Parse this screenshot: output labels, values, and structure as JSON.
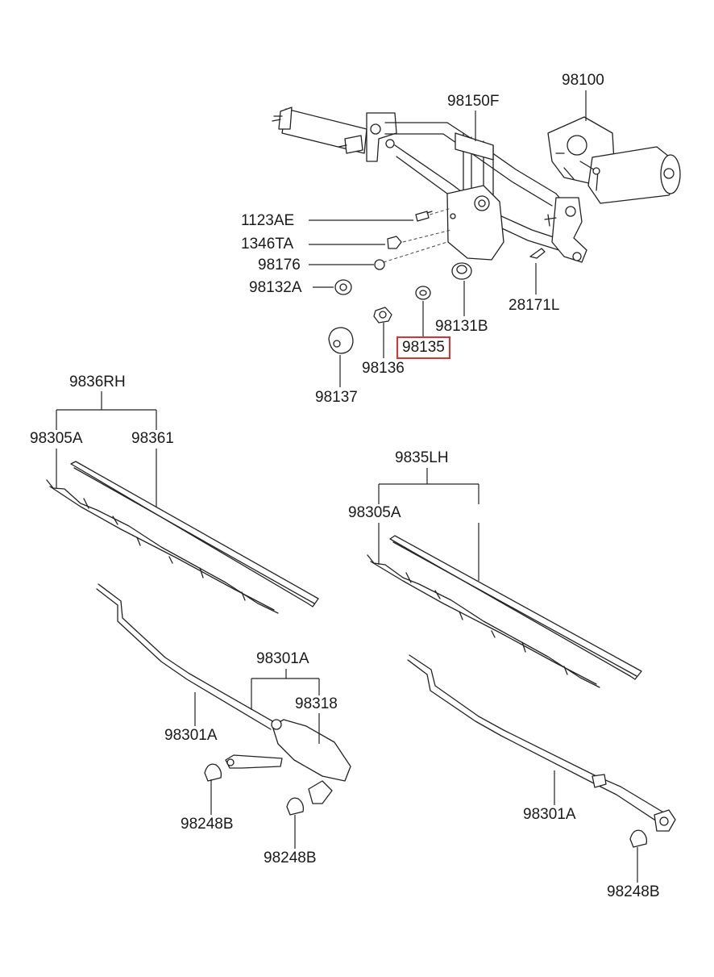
{
  "parts": [
    {
      "id": "p98100",
      "label": "98100"
    },
    {
      "id": "p98150F",
      "label": "98150F"
    },
    {
      "id": "p1123AE",
      "label": "1123AE"
    },
    {
      "id": "p1346TA",
      "label": "1346TA"
    },
    {
      "id": "p98176",
      "label": "98176"
    },
    {
      "id": "p98132A",
      "label": "98132A"
    },
    {
      "id": "p98131B",
      "label": "98131B"
    },
    {
      "id": "p28171L",
      "label": "28171L"
    },
    {
      "id": "p98135",
      "label": "98135",
      "highlighted": true
    },
    {
      "id": "p98136",
      "label": "98136"
    },
    {
      "id": "p98137",
      "label": "98137"
    },
    {
      "id": "p9836RH",
      "label": "9836RH"
    },
    {
      "id": "p98305A_1",
      "label": "98305A"
    },
    {
      "id": "p98361",
      "label": "98361"
    },
    {
      "id": "p9835LH",
      "label": "9835LH"
    },
    {
      "id": "p98305A_2",
      "label": "98305A"
    },
    {
      "id": "p98301A_1",
      "label": "98301A"
    },
    {
      "id": "p98318",
      "label": "98318"
    },
    {
      "id": "p98301A_2",
      "label": "98301A"
    },
    {
      "id": "p98301A_3",
      "label": "98301A"
    },
    {
      "id": "p98248B_1",
      "label": "98248B"
    },
    {
      "id": "p98248B_2",
      "label": "98248B"
    },
    {
      "id": "p98248B_3",
      "label": "98248B"
    }
  ],
  "highlight_color": "#e0302b"
}
